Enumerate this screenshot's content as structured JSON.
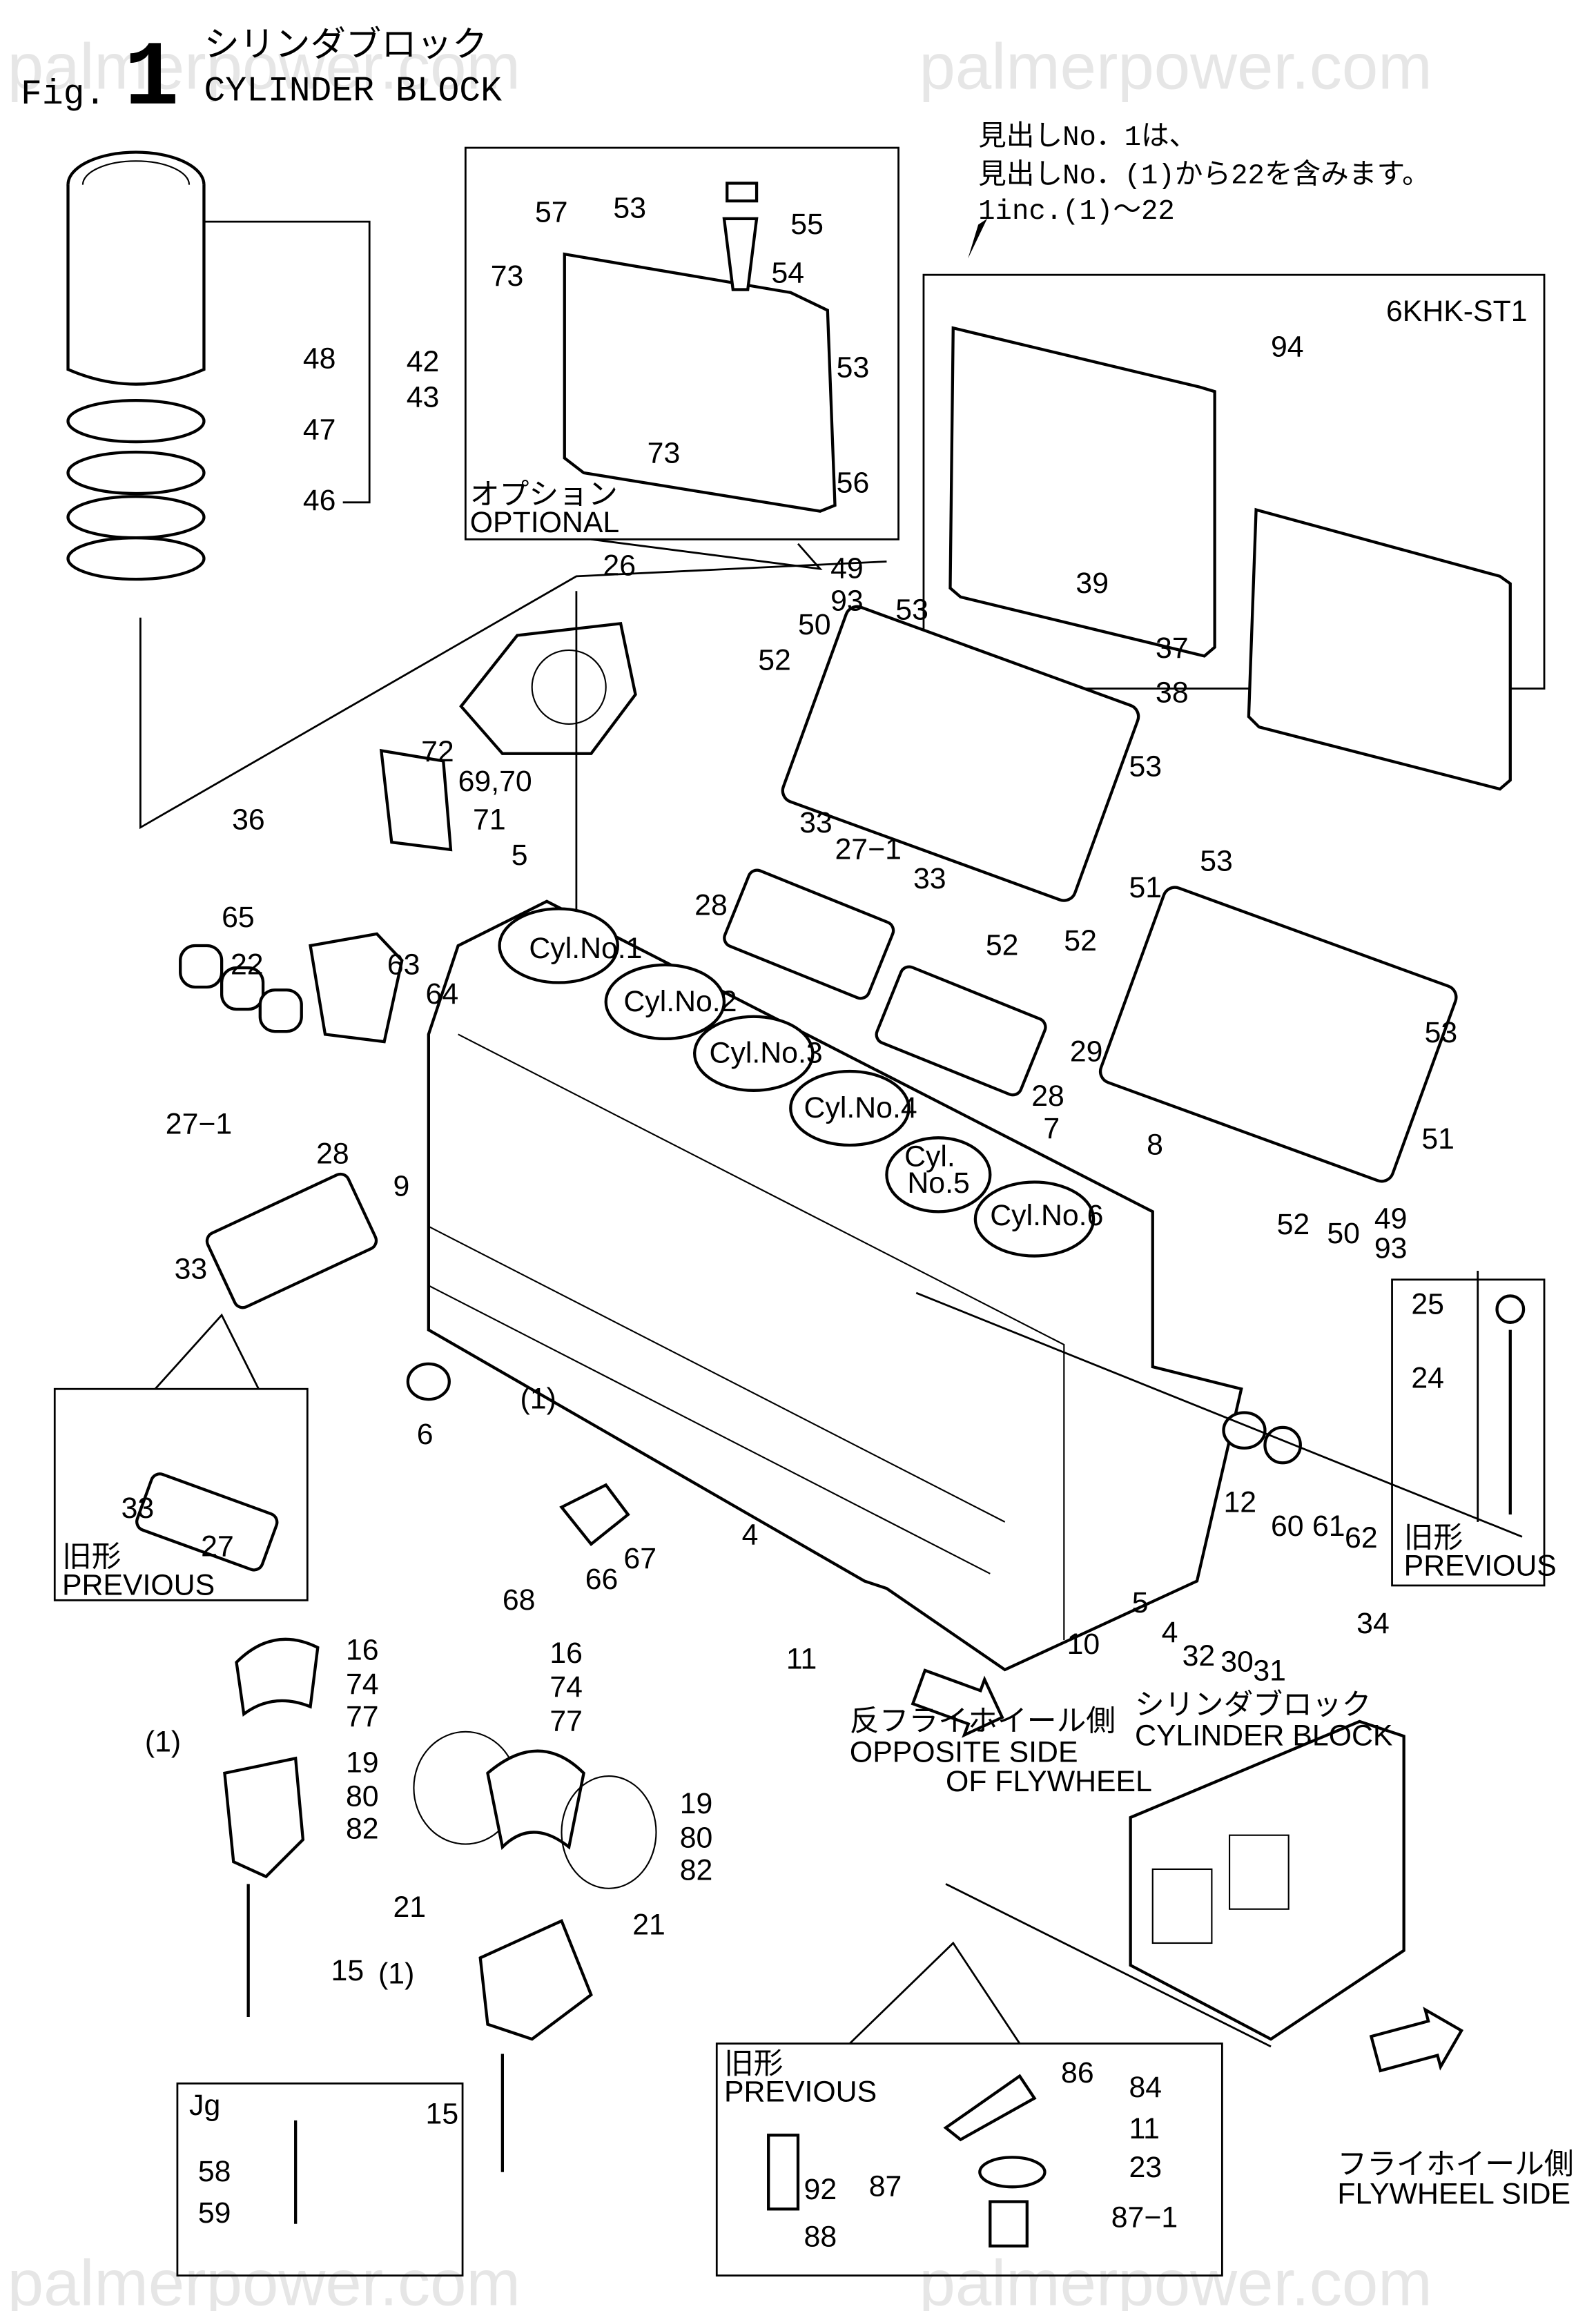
{
  "header": {
    "fig_prefix": "Fig.",
    "fig_number": "1",
    "title_jp": "シリンダブロック",
    "title_en": "CYLINDER BLOCK"
  },
  "note": {
    "line1": "見出しNo．1は、",
    "line2": "見出しNo．(1)から22を含みます。",
    "line3": "1inc.(1)～22"
  },
  "watermark": "palmerpower.com",
  "boxes": {
    "model_box_label": "6KHK-ST1",
    "optional_jp": "オプション",
    "optional_en": "OPTIONAL",
    "previous_jp": "旧形",
    "previous_en": "PREVIOUS",
    "jg_label": "Jg"
  },
  "directions": {
    "opposite_jp": "反フライホイール側",
    "opposite_en_1": "OPPOSITE SIDE",
    "opposite_en_2": "OF FLYWHEEL",
    "inset_jp": "シリンダブロック",
    "inset_en": "CYLINDER BLOCK",
    "flywheel_jp": "フライホイール側",
    "flywheel_en": "FLYWHEEL SIDE"
  },
  "cylinders": [
    "Cyl.No.1",
    "Cyl.No.2",
    "Cyl.No.3",
    "Cyl.No.4",
    "Cyl.",
    "No.5",
    "Cyl.No.6"
  ],
  "callouts": [
    "94",
    "57",
    "53",
    "55",
    "54",
    "73",
    "53",
    "73",
    "56",
    "49",
    "93",
    "26",
    "48",
    "47",
    "46",
    "42",
    "43",
    "53",
    "50",
    "52",
    "39",
    "37",
    "38",
    "72",
    "69,70",
    "71",
    "5",
    "36",
    "33",
    "27−1",
    "33",
    "28",
    "52",
    "53",
    "51",
    "53",
    "52",
    "65",
    "22",
    "63",
    "64",
    "29",
    "28",
    "7",
    "8",
    "9",
    "27−1",
    "28",
    "33",
    "53",
    "51",
    "52",
    "50",
    "49",
    "93",
    "33",
    "27",
    "25",
    "24",
    "6",
    "(1)",
    "12",
    "60",
    "61",
    "62",
    "68",
    "66",
    "67",
    "4",
    "5",
    "4",
    "32",
    "30",
    "31",
    "34",
    "10",
    "11",
    "16",
    "74",
    "77",
    "(1)",
    "19",
    "80",
    "82",
    "16",
    "74",
    "77",
    "19",
    "80",
    "82",
    "21",
    "21",
    "(1)",
    "15",
    "15",
    "58",
    "59",
    "86",
    "84",
    "11",
    "23",
    "87",
    "92",
    "88",
    "87−1"
  ]
}
